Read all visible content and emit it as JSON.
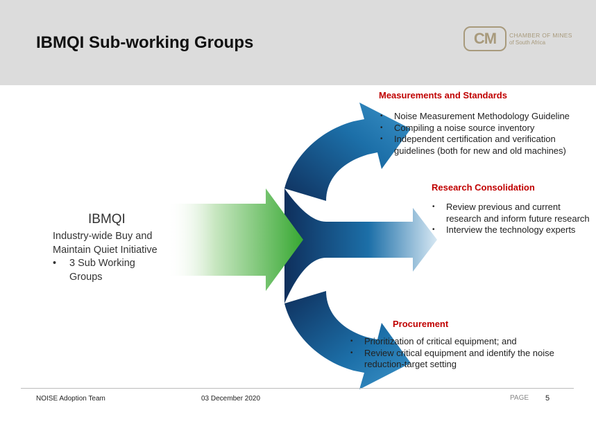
{
  "header": {
    "title": "IBMQI Sub-working Groups",
    "logo": {
      "mark": "CM",
      "line1": "CHAMBER OF MINES",
      "line2": "of South Africa"
    }
  },
  "measurements": {
    "heading": "Measurements and Standards",
    "items": [
      "Noise Measurement  Methodology Guideline",
      "Compiling a noise source inventory",
      "Independent certification and verification guidelines (both for new and old machines)"
    ]
  },
  "research": {
    "heading": "Research Consolidation",
    "items": [
      "Review previous and current research and inform future research",
      "Interview the technology experts"
    ]
  },
  "procurement": {
    "heading": "Procurement",
    "items": [
      "Prioritization of critical equipment; and",
      "Review critical equipment and identify the noise reduction-target setting"
    ]
  },
  "ibmqi": {
    "title": "IBMQI",
    "description": "Industry-wide Buy and Maintain Quiet Initiative",
    "items": [
      "3 Sub Working Groups"
    ]
  },
  "footer": {
    "team": "NOISE Adoption Team",
    "date": "03 December 2020",
    "page_label": "PAGE",
    "page_number": "5"
  },
  "colors": {
    "heading_red": "#c00000",
    "arrow_green": "#3fae3a",
    "arrow_blue": "#1c6fa8",
    "arrow_navy": "#0f2f5c",
    "logo_gold": "#a89a7c"
  }
}
